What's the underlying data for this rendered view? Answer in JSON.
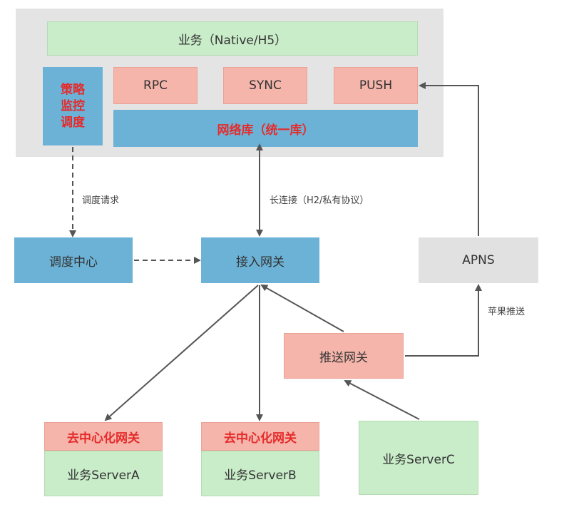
{
  "client": {
    "business_bar": "业务（Native/H5）",
    "strategy_line1": "策略",
    "strategy_line2": "监控",
    "strategy_line3": "调度",
    "rpc": "RPC",
    "sync": "SYNC",
    "push": "PUSH",
    "netlib": "网络库（统一库）"
  },
  "labels": {
    "schedule_request": "调度请求",
    "long_connection": "长连接（H2/私有协议）",
    "apple_push": "苹果推送"
  },
  "nodes": {
    "schedule_center": "调度中心",
    "access_gateway": "接入网关",
    "apns": "APNS",
    "push_gateway": "推送网关",
    "decentral_gw_a": "去中心化网关",
    "server_a": "业务ServerA",
    "decentral_gw_b": "去中心化网关",
    "server_b": "业务ServerB",
    "server_c": "业务ServerC"
  },
  "colors": {
    "client_bg": "#e4e4e4",
    "green": "#c9ecc9",
    "pink": "#f5b5ab",
    "blue": "#6cb2d6",
    "gray": "#e1e1e1",
    "red_text": "#e52b2b",
    "arrow": "#555555"
  }
}
